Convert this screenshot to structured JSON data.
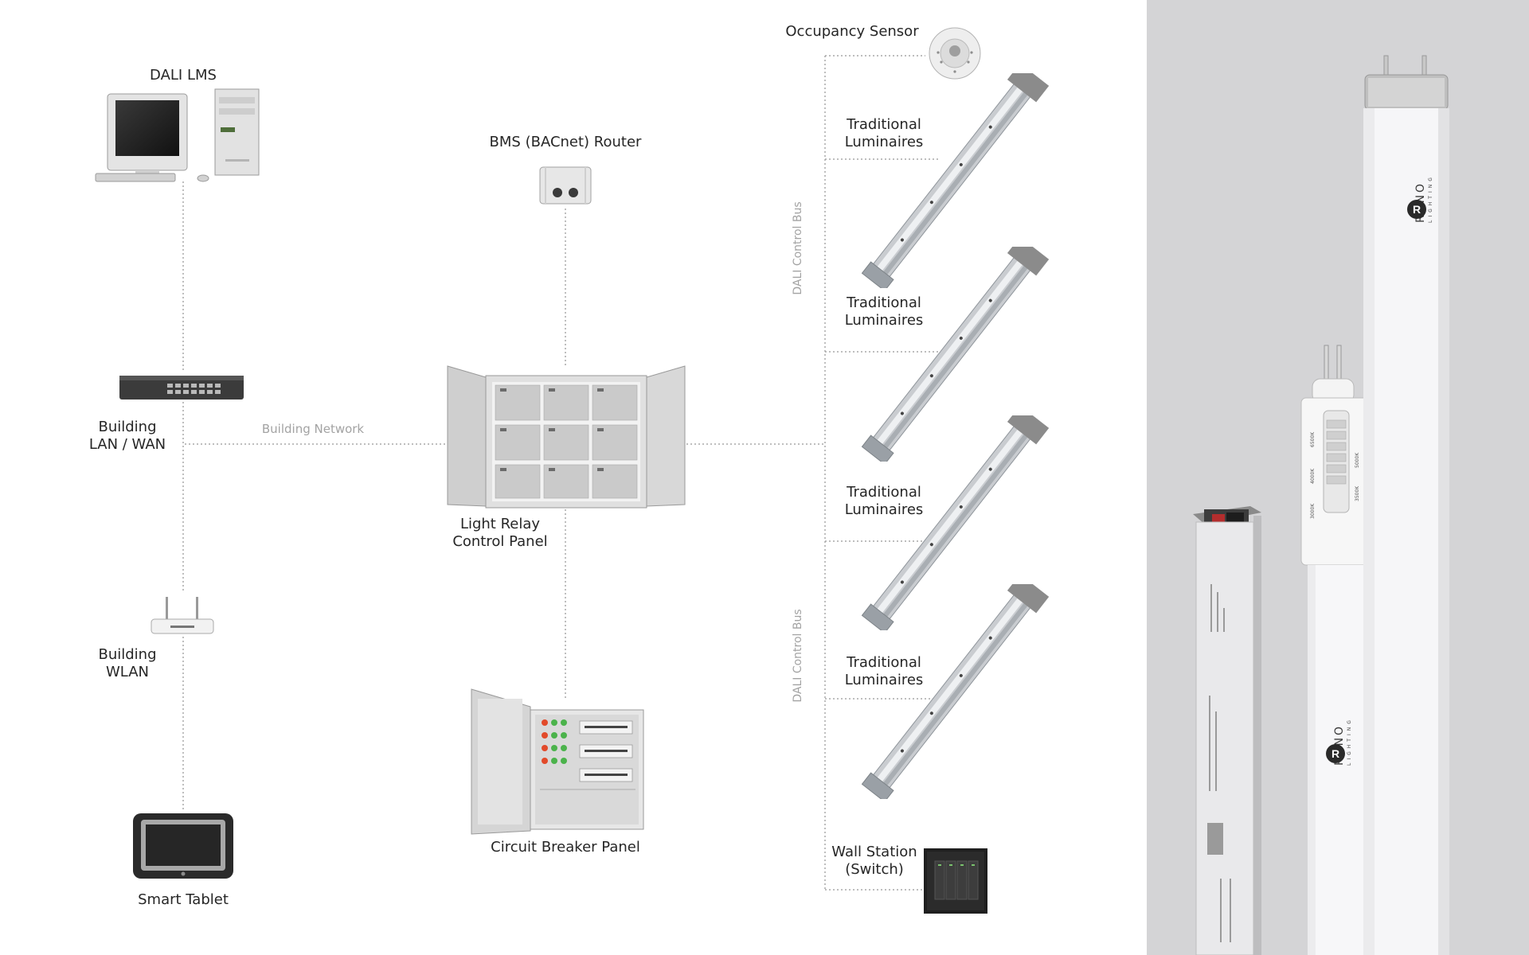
{
  "nodes": {
    "dali_lms": "DALI LMS",
    "bms_router": "BMS (BACnet) Router",
    "building_lan": [
      "Building",
      "LAN / WAN"
    ],
    "building_network": "Building Network",
    "light_relay": [
      "Light Relay",
      "Control Panel"
    ],
    "building_wlan": [
      "Building",
      "WLAN"
    ],
    "circuit_breaker": "Circuit Breaker Panel",
    "smart_tablet": "Smart Tablet",
    "occupancy_sensor": "Occupancy Sensor",
    "luminaire": [
      "Traditional",
      "Luminaires"
    ],
    "wall_station": [
      "Wall Station",
      "(Switch)"
    ],
    "dali_bus": "DALI Control Bus"
  },
  "brand": {
    "name": "RENO",
    "sub": "LIGHTING"
  },
  "tube_labels": [
    "6500K",
    "4000K",
    "3000K",
    "5000K",
    "3500K"
  ],
  "colors": {
    "connector": "#a8a8a8",
    "panel_bg": "#d4d4d6",
    "breaker_red": "#e24a2a",
    "breaker_green": "#4bb34b"
  }
}
